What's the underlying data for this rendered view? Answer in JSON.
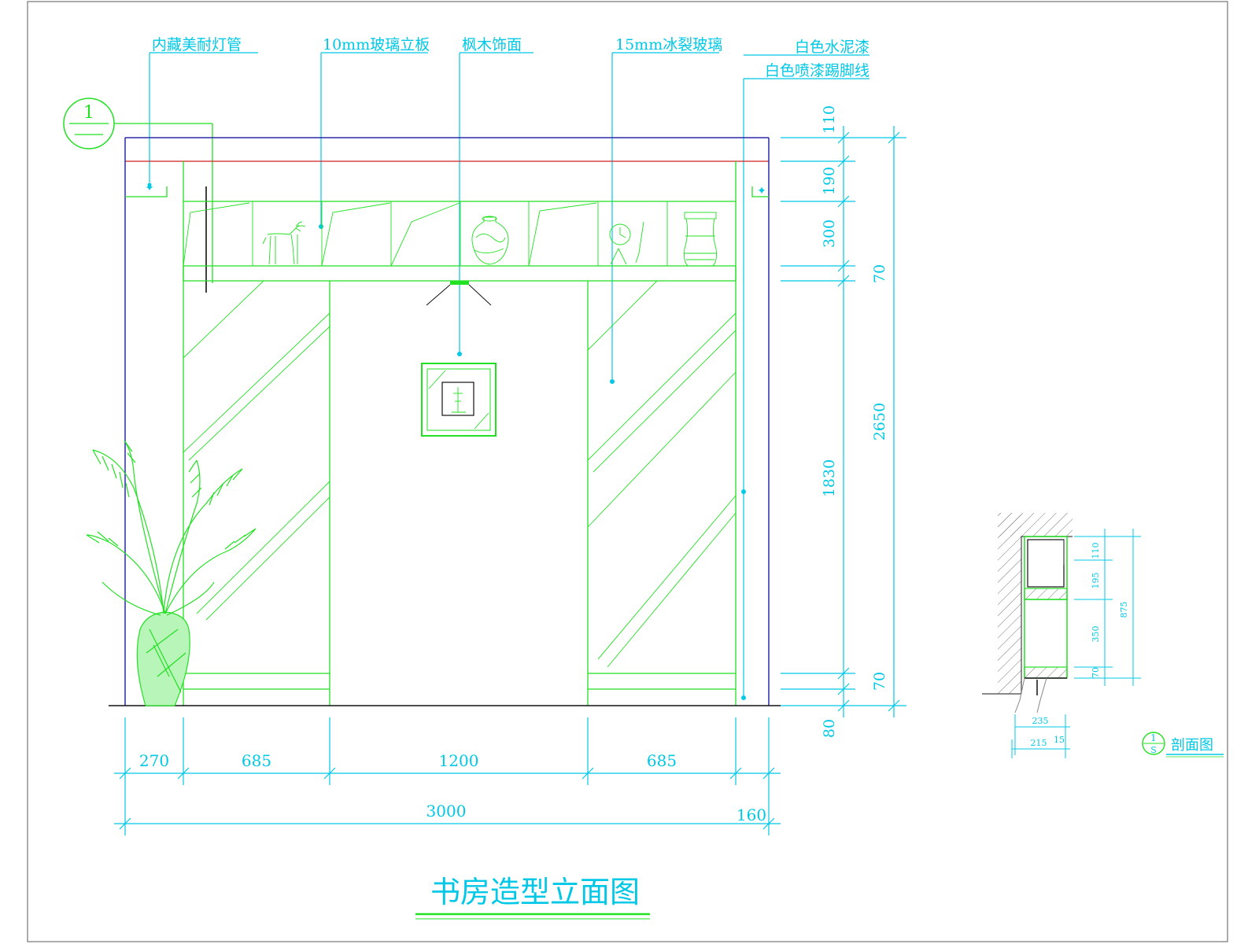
{
  "drawing_title": "书房造型立面图",
  "colors": {
    "annotation": "#00c8e6",
    "geometry": "#22e022",
    "ceiling_line": "#2a2aa8",
    "accent_line": "#d02020",
    "ground": "#111111"
  },
  "callouts": {
    "light": "内藏美耐灯管",
    "glass_shelf": "10mm玻璃立板",
    "maple": "枫木饰面",
    "ice_glass": "15mm冰裂玻璃",
    "paint1": "白色水泥漆",
    "paint2": "白色喷漆踢脚线"
  },
  "section_marker": {
    "number": "1"
  },
  "horizontal_dims": {
    "segments": [
      "270",
      "685",
      "1200",
      "685"
    ],
    "total": "3000",
    "right": "160"
  },
  "vertical_dims": {
    "inner": [
      "110",
      "190",
      "300",
      "1830",
      "80"
    ],
    "outer": [
      "70",
      "2650",
      "70"
    ]
  },
  "section_detail": {
    "label": "剖面图",
    "marker_top": "1",
    "marker_bottom": "S",
    "dims_right": [
      "110",
      "195",
      "350",
      "70"
    ],
    "dim_total": "875",
    "dims_bottom": [
      "235",
      "215",
      "15"
    ]
  },
  "icons": [
    "potted-plant-icon",
    "goat-figurine-icon",
    "vase-icon",
    "clock-icon",
    "urn-icon",
    "candlestick-icon",
    "downlight-icon"
  ]
}
